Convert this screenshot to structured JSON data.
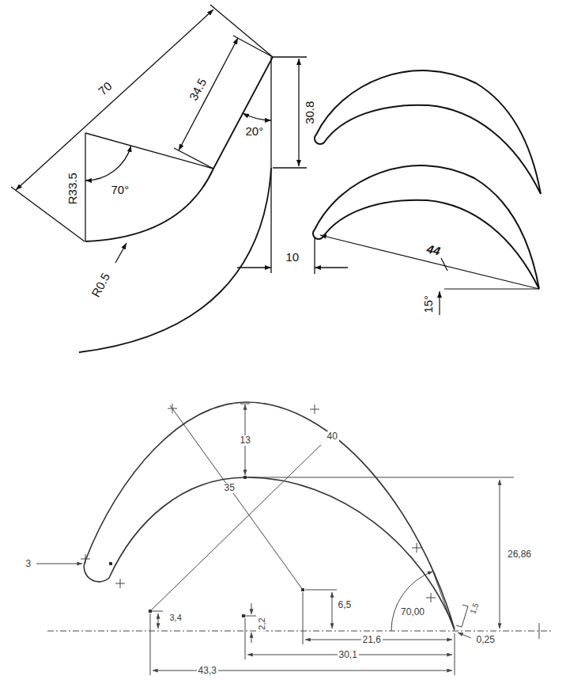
{
  "diagram": {
    "labels": [
      "70",
      "34.5",
      "30.8",
      "20°",
      "R33.5",
      "70°",
      "R0.5",
      "10",
      "44",
      "15°",
      "13",
      "40",
      "35",
      "26,86",
      "3",
      "70,00",
      "3,4",
      "2,2",
      "6,5",
      "21,6",
      "30,1",
      "43,3",
      "0,25",
      "1,5"
    ]
  }
}
